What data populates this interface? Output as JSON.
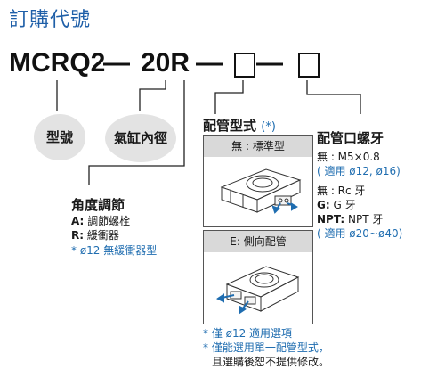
{
  "title": "訂購代號",
  "code": {
    "prefix": "MCRQ2",
    "dash": "—",
    "size": "20R"
  },
  "bubbles": {
    "model": "型號",
    "bore": "氣缸內徑"
  },
  "angle": {
    "heading": "角度調節",
    "a_key": "A:",
    "a_text": "調節螺栓",
    "r_key": "R:",
    "r_text": "緩衝器",
    "note": "* ø12 無緩衝器型"
  },
  "piping": {
    "heading": "配管型式",
    "heading_mark": "(*)",
    "std_label": "無 : 標準型",
    "e_label": "E: 側向配管",
    "note1": "* 僅 ø12 適用選項",
    "note2": "* 僅能選用單一配管型式，",
    "note3": "且選購後恕不提供修改。"
  },
  "port": {
    "heading": "配管口螺牙",
    "m5": "無 : M5×0.8",
    "m5_note": "( 適用 ø12, ø16)",
    "rc": "無 : Rc 牙",
    "g_key": "G:",
    "g_text": "G 牙",
    "npt_key": "NPT:",
    "npt_text": "NPT 牙",
    "npt_note": "( 適用 ø20~ø40)"
  },
  "colors": {
    "title": "#1f5fa8",
    "accent_blue": "#1f6db0",
    "bubble_gray": "#e3e3e3",
    "panel_head_gray": "#d9d9d9"
  }
}
